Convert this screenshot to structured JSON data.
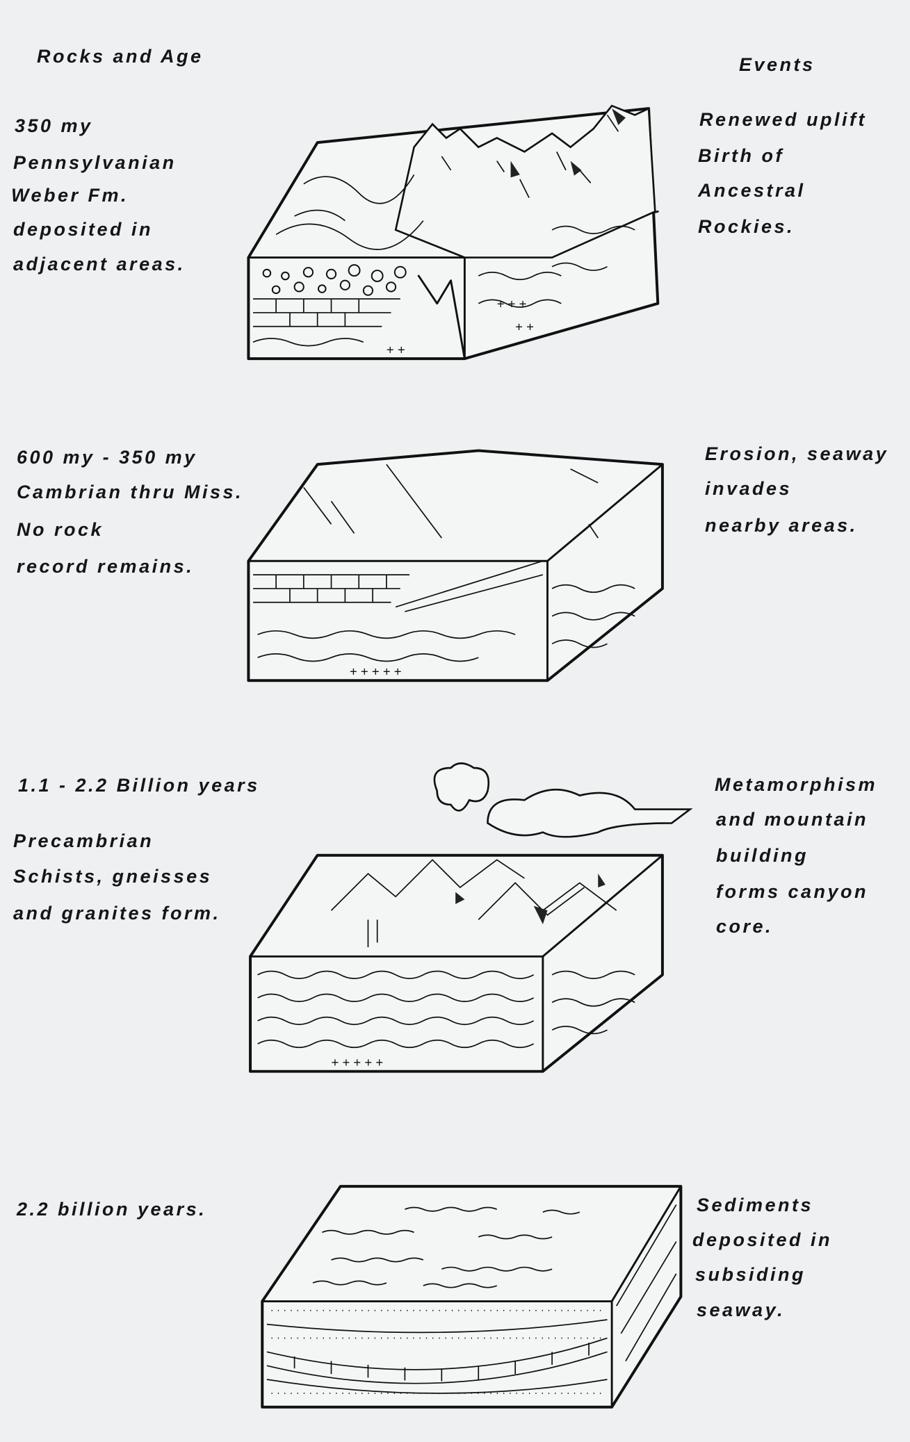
{
  "headers": {
    "left": "Rocks and Age",
    "right": "Events"
  },
  "panels": [
    {
      "name": "pennsylvanian",
      "left": [
        "350 my",
        "Pennsylvanian",
        "Weber Fm.",
        "deposited in",
        "adjacent  areas."
      ],
      "right": [
        "Renewed uplift",
        "Birth of",
        "Ancestral",
        "Rockies."
      ]
    },
    {
      "name": "cambrian-miss",
      "left": [
        "600 my - 350 my",
        "Cambrian thru Miss.",
        "No rock",
        "record remains."
      ],
      "right": [
        "Erosion, seaway",
        "invades",
        "nearby areas."
      ]
    },
    {
      "name": "precambrian",
      "left": [
        "1.1 - 2.2 Billion years",
        "Precambrian",
        "Schists, gneisses",
        "and granites form."
      ],
      "right": [
        "Metamorphism",
        "and mountain",
        "building",
        "forms canyon",
        "core."
      ]
    },
    {
      "name": "sediments",
      "left": [
        "2.2 billion years."
      ],
      "right": [
        "Sediments",
        "deposited in",
        "subsiding",
        "seaway."
      ]
    }
  ]
}
